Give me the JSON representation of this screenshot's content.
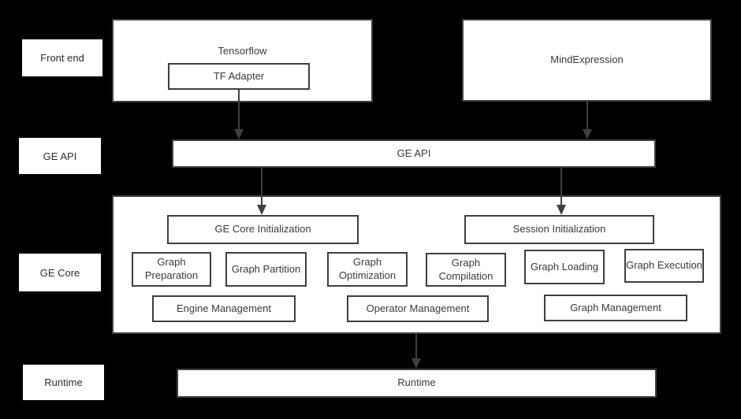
{
  "colors": {
    "background": "#000000",
    "box_fill": "#ffffff",
    "border": "#3f3f3f",
    "text": "#3a3a3a",
    "arrow": "#3f3f3f"
  },
  "rail": {
    "items": [
      {
        "label": "Front end"
      },
      {
        "label": "GE API"
      },
      {
        "label": "GE Core"
      },
      {
        "label": "Runtime"
      }
    ]
  },
  "frontend": {
    "tensorflow_label": "Tensorflow",
    "tf_adapter_label": "TF Adapter",
    "mindexpression_label": "MindExpression"
  },
  "api_bar": {
    "label": "GE API"
  },
  "core": {
    "init": [
      "GE Core Initialization",
      "Session Initialization"
    ],
    "stages": [
      "Graph Preparation",
      "Graph Partition",
      "Graph Optimization",
      "Graph Compilation",
      "Graph Loading",
      "Graph Execution"
    ],
    "management": [
      "Engine Management",
      "Operator Management",
      "Graph Management"
    ]
  },
  "runtime_bar": {
    "label": "Runtime"
  }
}
